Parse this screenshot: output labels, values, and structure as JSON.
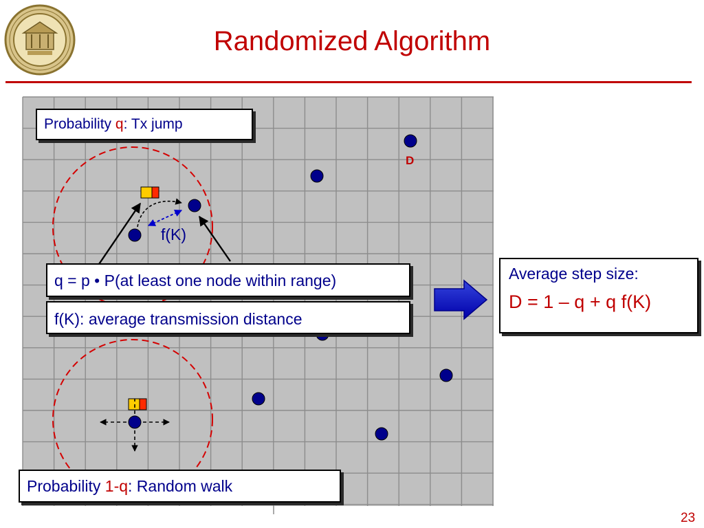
{
  "slide": {
    "title": "Randomized Algorithm",
    "page_number": "23"
  },
  "diagram": {
    "destination_label": "D",
    "distance_label": "f(K)",
    "tx_box": {
      "prefix": "Probability ",
      "highlight": "q",
      "suffix": ": Tx jump"
    },
    "q_box": {
      "text": "q = p • P(at least one node within range)"
    },
    "fk_box": {
      "text": "f(K): average transmission distance"
    },
    "rw_box": {
      "prefix": "Probability ",
      "highlight": "1-q",
      "suffix": ": Random walk"
    },
    "result_box": {
      "label": "Average step size:",
      "formula": "D = 1 – q + q f(K)"
    }
  },
  "colors": {
    "accent": "#c00000",
    "text": "#00008b",
    "node": "#00008b",
    "grid_bg": "#c0c0c0",
    "grid_line": "#8c8c8c",
    "packet_yellow": "#ffcc00",
    "packet_red": "#ff2a00",
    "arrow_blue": "#0000cc"
  }
}
